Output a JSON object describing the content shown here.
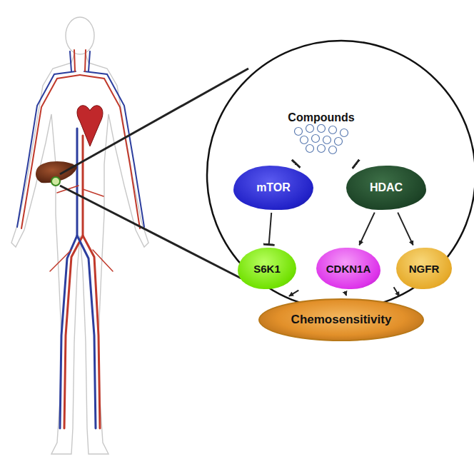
{
  "diagram": {
    "nodes": [
      {
        "text": [
          "Compounds"
        ]
      },
      {
        "text": [
          "mTOR"
        ]
      },
      {
        "text": [
          "HDAC"
        ]
      },
      {
        "text": [
          "S6K1"
        ]
      },
      {
        "text": [
          "CDKN1A"
        ]
      },
      {
        "text": [
          "NGFR"
        ]
      },
      {
        "text": [
          "Chemosensitivity"
        ]
      }
    ],
    "edges": [
      {
        "from": 0,
        "to": 1,
        "arrow": "to"
      },
      {
        "from": 0,
        "to": 2,
        "arrow": "to"
      },
      {
        "from": 1,
        "to": 3,
        "arrow": "to"
      },
      {
        "from": 2,
        "to": 4,
        "arrow": "to"
      },
      {
        "from": 2,
        "to": 5,
        "arrow": "to"
      },
      {
        "from": 3,
        "to": 6,
        "arrow": "to"
      },
      {
        "from": 4,
        "to": 6,
        "arrow": "to"
      },
      {
        "from": 5,
        "to": 6,
        "arrow": "to"
      }
    ]
  }
}
